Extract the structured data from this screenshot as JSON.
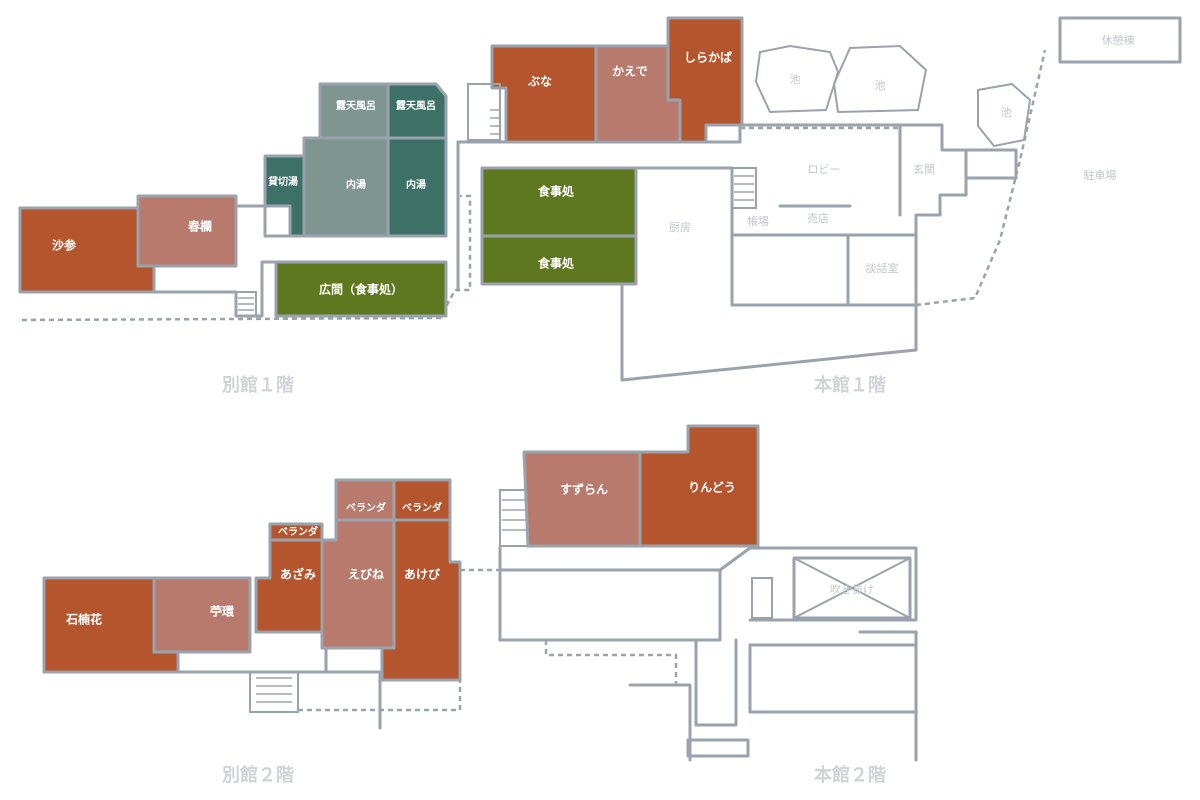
{
  "colors": {
    "guest_room": "#b5552d",
    "guest_room_light": "#b87a6c",
    "bath": "#3d7168",
    "bath_light": "#7f9690",
    "dining": "#5f781f",
    "wall": "#9aa3ad",
    "floor_label": "#d0d3d8"
  },
  "floors": {
    "annex_1f": "別館１階",
    "main_1f": "本館１階",
    "annex_2f": "別館２階",
    "main_2f": "本館２階"
  },
  "rooms_1f": {
    "busuna": "ぶな",
    "kaede": "かえで",
    "shirakaba": "しらかば",
    "rotenburo_1": "露天風呂",
    "rotenburo_2": "露天風呂",
    "kashikiriyu": "貸切湯",
    "uchiyu_1": "内湯",
    "uchiyu_2": "内湯",
    "shajin": "沙参",
    "shunran": "春欄",
    "hiroma": "広間（食事処）",
    "shokujidokoro_1": "食事処",
    "shokujidokoro_2": "食事処"
  },
  "areas_1f": {
    "ike_1": "池",
    "ike_2": "池",
    "ike_3": "池",
    "kyukeito": "休憩棟",
    "lobby": "ロビー",
    "genkan": "玄関",
    "chushajo": "駐車場",
    "chubo": "厨房",
    "choba": "帳場",
    "baiten": "売店",
    "danwashitsu": "談話室"
  },
  "rooms_2f": {
    "suzuran": "すずらん",
    "rindou": "りんどう",
    "veranda_1": "ベランダ",
    "veranda_2": "ベランダ",
    "veranda_3": "ベランダ",
    "azami": "あざみ",
    "ebine": "えびね",
    "akebi": "あけび",
    "sekkoku": "石楠花",
    "chorei": "苧環"
  },
  "areas_2f": {
    "fukinuke": "吹き抜け"
  }
}
